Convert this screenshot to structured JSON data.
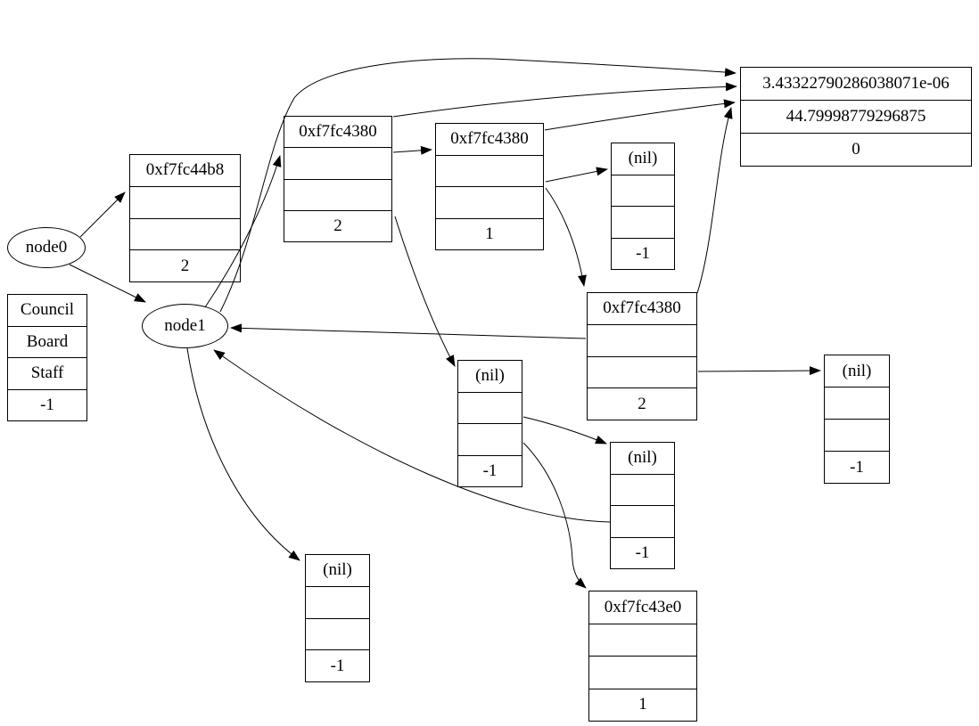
{
  "diagram": {
    "type": "graphviz-memory-structure",
    "background_color": "#ffffff",
    "line_color": "#000000"
  },
  "nodes": {
    "node0": {
      "label": "node0"
    },
    "node1": {
      "label": "node1"
    },
    "council": {
      "rows": [
        "Council",
        "Board",
        "Staff",
        "-1"
      ]
    },
    "b44b8": {
      "rows": [
        "0xf7fc44b8",
        "",
        "",
        "2"
      ]
    },
    "b4380a": {
      "rows": [
        "0xf7fc4380",
        "",
        "",
        "2"
      ]
    },
    "b4380b": {
      "rows": [
        "0xf7fc4380",
        "",
        "",
        "1"
      ]
    },
    "niltop": {
      "rows": [
        "(nil)",
        "",
        "",
        "-1"
      ]
    },
    "b4380c": {
      "rows": [
        "0xf7fc4380",
        "",
        "",
        "2"
      ]
    },
    "nilright": {
      "rows": [
        "(nil)",
        "",
        "",
        "-1"
      ]
    },
    "nilmid": {
      "rows": [
        "(nil)",
        "",
        "",
        "-1"
      ]
    },
    "nillower": {
      "rows": [
        "(nil)",
        "",
        "",
        "-1"
      ]
    },
    "nilbottom": {
      "rows": [
        "(nil)",
        "",
        "",
        "-1"
      ]
    },
    "b43e0": {
      "rows": [
        "0xf7fc43e0",
        "",
        "",
        "1"
      ]
    },
    "floatbox": {
      "rows": [
        "3.43322790286038071e-06",
        "44.79998779296875",
        "0"
      ]
    }
  },
  "edges": [
    {
      "from": "node0",
      "to": "0xf7fc44b8"
    },
    {
      "from": "node0",
      "to": "node1"
    },
    {
      "from": "node1",
      "to": "0xf7fc4380-a"
    },
    {
      "from": "node1",
      "to": "float-values"
    },
    {
      "from": "node1",
      "to": "nil-bottom"
    },
    {
      "from": "0xf7fc4380-a",
      "to": "0xf7fc4380-b"
    },
    {
      "from": "0xf7fc4380-a",
      "to": "float-values"
    },
    {
      "from": "0xf7fc4380-a",
      "to": "nil-mid"
    },
    {
      "from": "0xf7fc4380-b",
      "to": "nil-top"
    },
    {
      "from": "0xf7fc4380-b",
      "to": "float-values"
    },
    {
      "from": "0xf7fc4380-b",
      "to": "0xf7fc4380-c"
    },
    {
      "from": "0xf7fc4380-c",
      "to": "float-values"
    },
    {
      "from": "0xf7fc4380-c",
      "to": "node1"
    },
    {
      "from": "0xf7fc4380-c",
      "to": "nil-right"
    },
    {
      "from": "nil-mid",
      "to": "nil-lower"
    },
    {
      "from": "nil-mid",
      "to": "0xf7fc43e0"
    },
    {
      "from": "nil-lower",
      "to": "node1"
    }
  ]
}
